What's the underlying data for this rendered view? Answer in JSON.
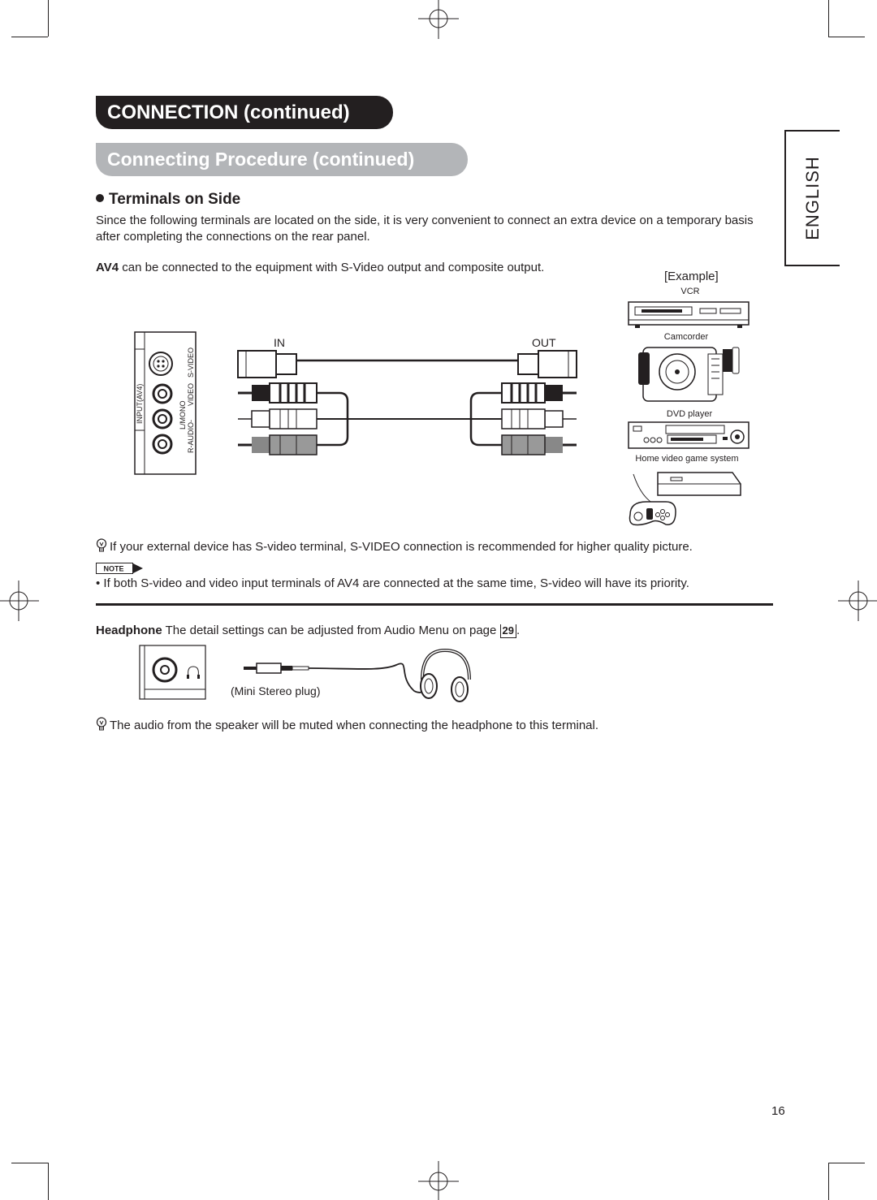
{
  "header": {
    "title": "CONNECTION (continued)",
    "subtitle": "Connecting Procedure (continued)"
  },
  "side_tab": {
    "label": "ENGLISH"
  },
  "terminals": {
    "heading": "Terminals on Side",
    "intro": "Since the following terminals are located on the side, it is very convenient to connect an extra device on a temporary basis after completing the connections on the rear panel.",
    "av4_bold": "AV4",
    "av4_text": " can be connected to the equipment with S-Video output and composite output."
  },
  "diagram": {
    "panel_label": "INPUT(AV4)",
    "port_labels": [
      "S-VIDEO",
      "VIDEO",
      "L/MONO",
      "R-AUDIO-"
    ],
    "in_label": "IN",
    "out_label": "OUT",
    "example_label": "[Example]",
    "devices": [
      "VCR",
      "Camcorder",
      "DVD player",
      "Home video game system"
    ]
  },
  "hint1": "If your external device has S-video terminal, S-VIDEO connection is recommended for higher quality picture.",
  "note": {
    "badge": "NOTE",
    "text": "• If both S-video and video input terminals of AV4 are connected at the same time, S-video will have its priority."
  },
  "headphone": {
    "label": "Headphone",
    "text": " The detail settings can be adjusted from Audio Menu on page ",
    "page_ref": "29",
    "end": ".",
    "plug_label": "(Mini Stereo plug)"
  },
  "hint2": "The audio from the speaker will be muted when connecting the headphone to this terminal.",
  "footer": {
    "page_number": "16"
  }
}
